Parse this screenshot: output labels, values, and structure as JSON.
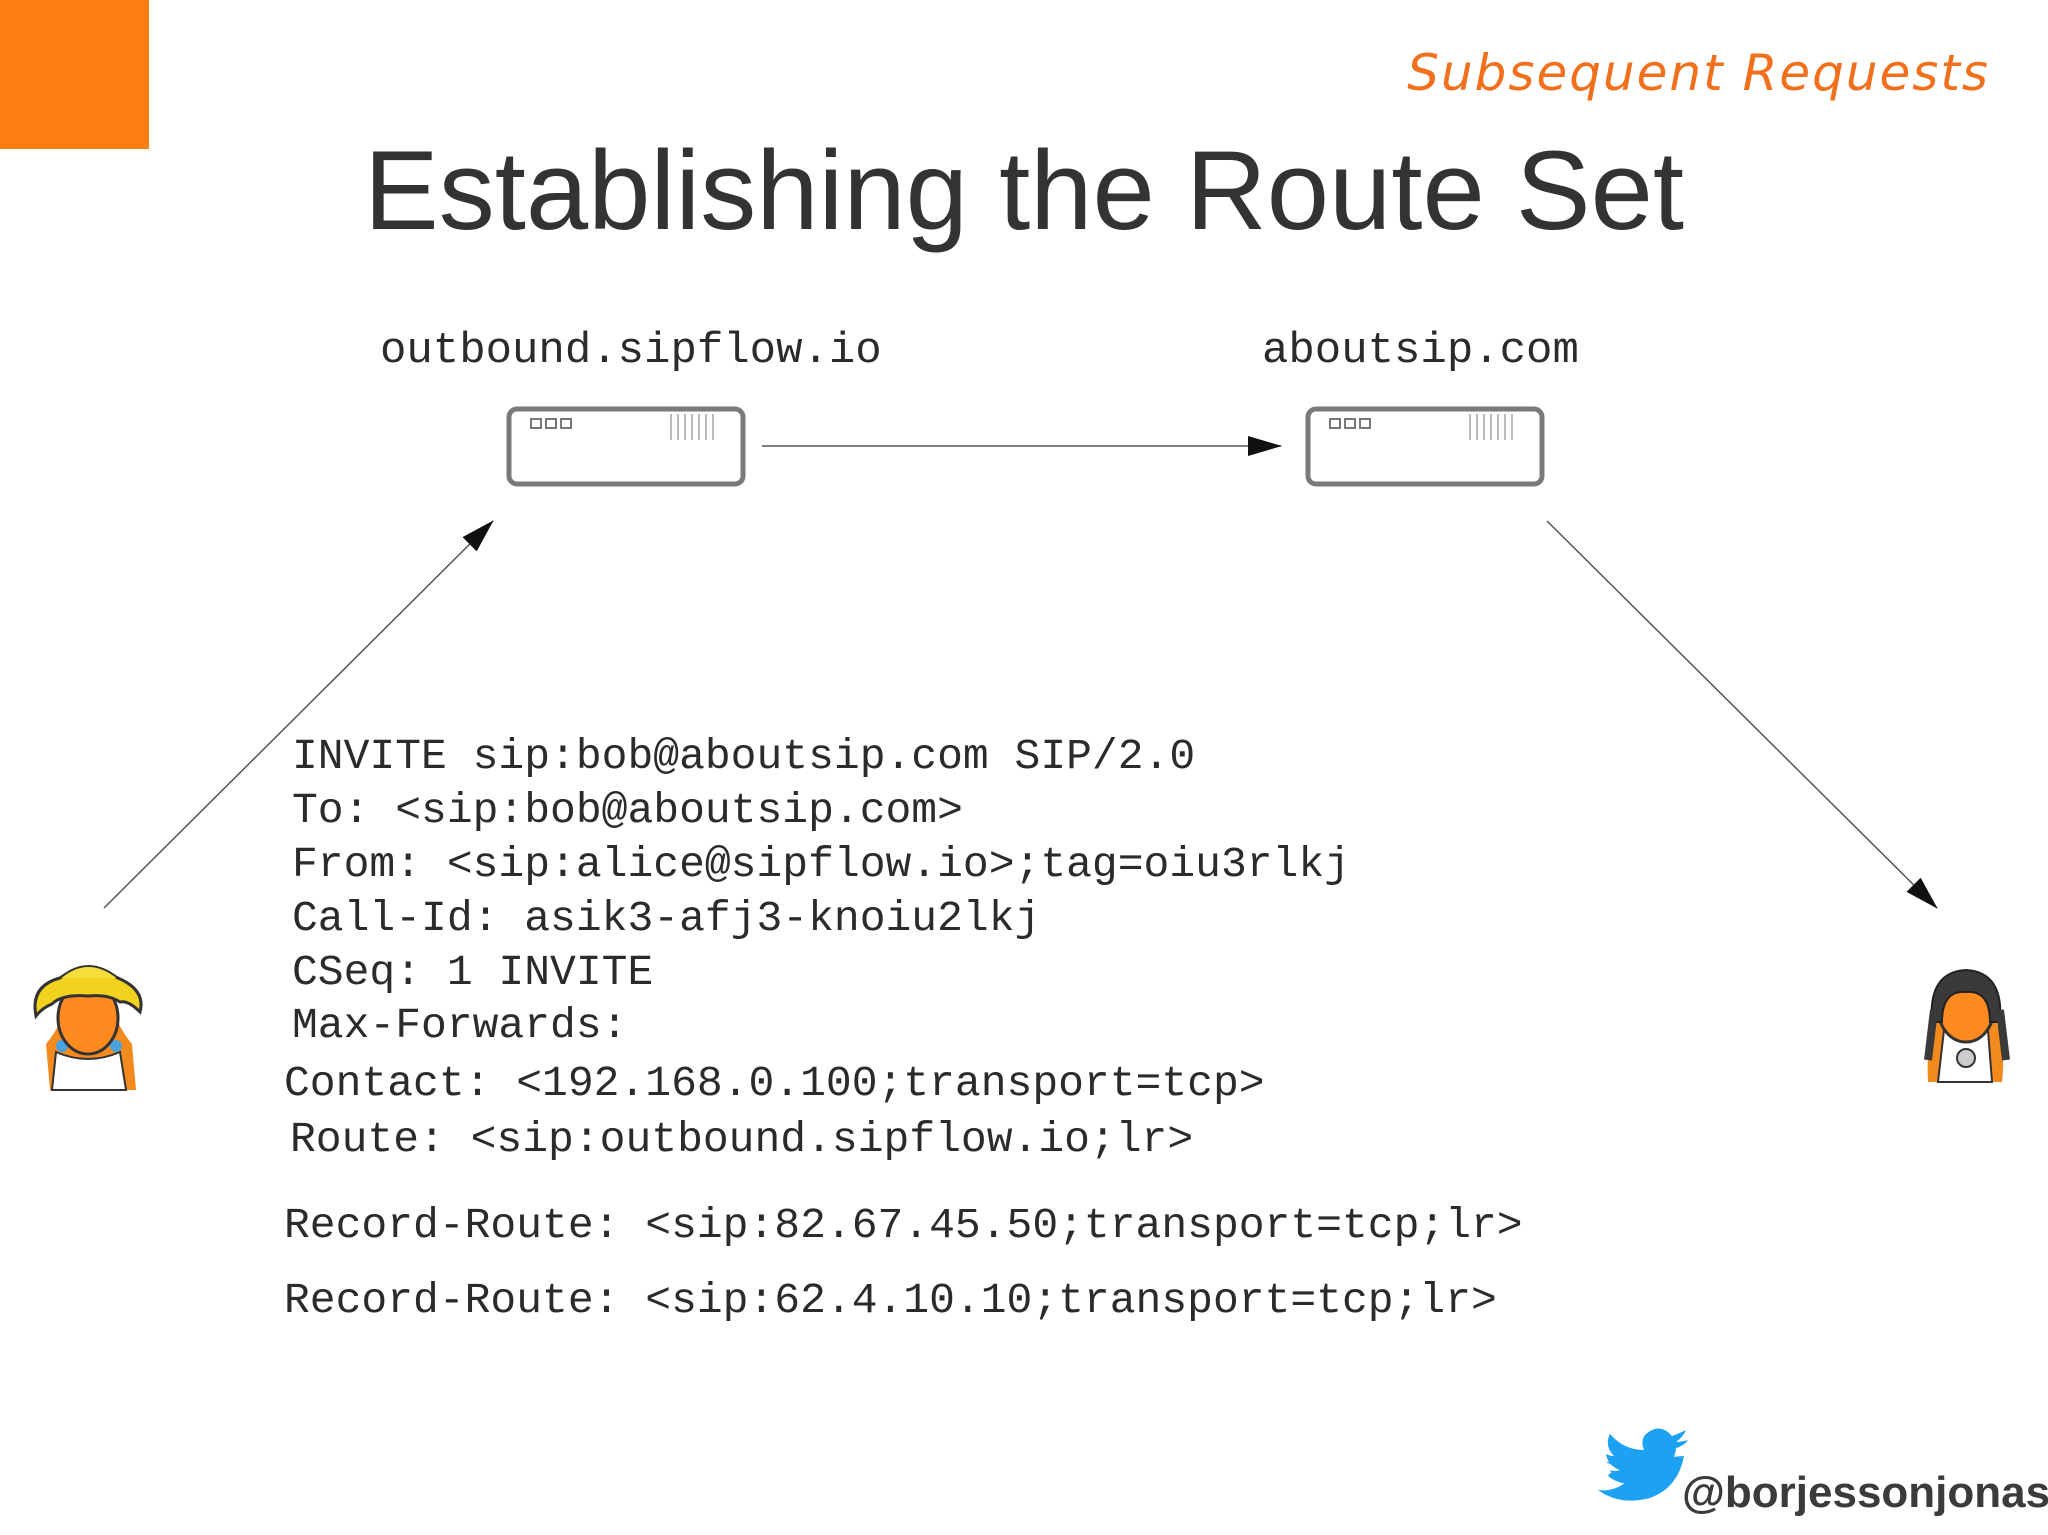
{
  "slide": {
    "section_tag": "Subsequent Requests",
    "title": "Establishing the Route Set",
    "accent_color": "#ff7e14"
  },
  "nodes": {
    "proxy_1": {
      "label": "outbound.sipflow.io",
      "icon": "proxy-server-icon"
    },
    "proxy_2": {
      "label": "aboutsip.com",
      "icon": "proxy-server-icon"
    },
    "caller": {
      "icon": "alice-avatar-icon"
    },
    "callee": {
      "icon": "bob-avatar-icon"
    }
  },
  "sip_message": {
    "request_line": "INVITE sip:bob@aboutsip.com SIP/2.0",
    "to": "To: <sip:bob@aboutsip.com>",
    "from": "From: <sip:alice@sipflow.io>;tag=oiu3rlkj",
    "call_id": "Call-Id: asik3-afj3-knoiu2lkj",
    "cseq": "CSeq: 1 INVITE",
    "max_forwards": "Max-Forwards:",
    "contact": "Contact: <192.168.0.100;transport=tcp>",
    "route": "Route: <sip:outbound.sipflow.io;lr>",
    "record_route_1": "Record-Route: <sip:82.67.45.50;transport=tcp;lr>",
    "record_route_2": "Record-Route: <sip:62.4.10.10;transport=tcp;lr>"
  },
  "footer": {
    "twitter_handle": "@borjessonjonas",
    "icon": "twitter-bird-icon"
  }
}
